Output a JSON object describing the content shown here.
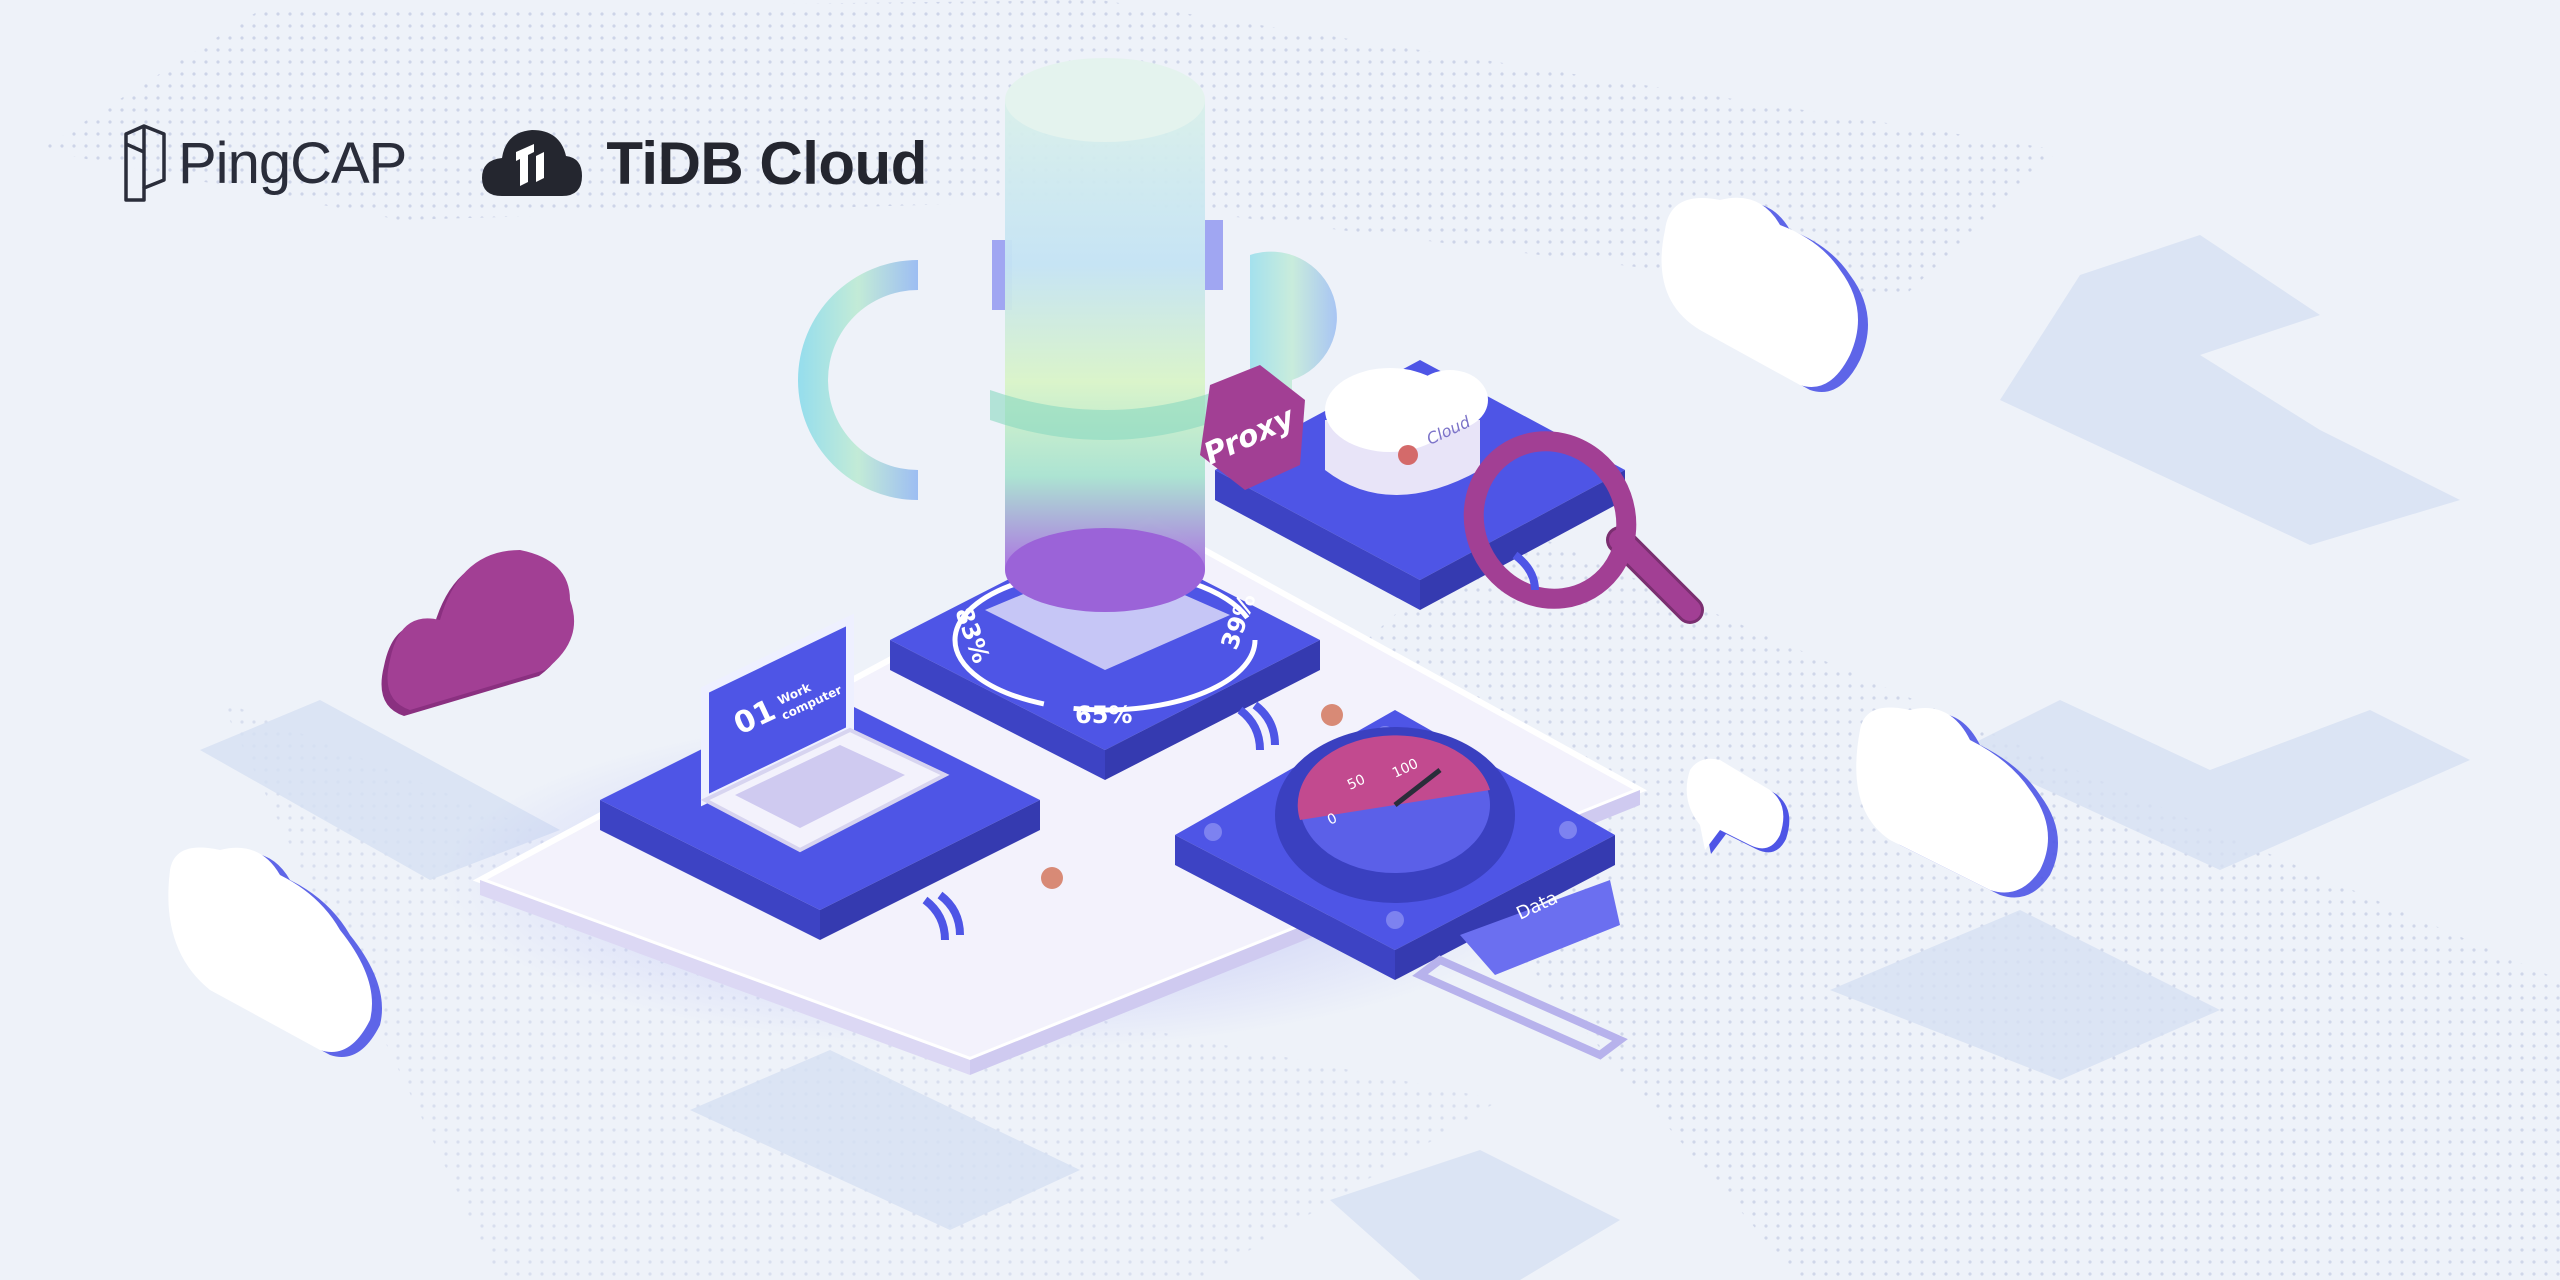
{
  "brand": {
    "company": "PingCAP",
    "product": "TiDB Cloud"
  },
  "illustration": {
    "proxy_label": "Proxy",
    "cloud_label": "Cloud",
    "laptop_number": "01",
    "laptop_text_line1": "Work",
    "laptop_text_line2": "computer",
    "ring_labels": [
      "83%",
      "39%",
      "65%"
    ],
    "gauge_ticks": [
      "0",
      "50",
      "100"
    ],
    "data_label": "Data",
    "colors": {
      "background": "#eef2f9",
      "platform_blue": "#4e55e6",
      "accent_magenta": "#a23f94",
      "cloud_white": "#ffffff"
    },
    "icons": [
      "cloud-icon",
      "magnifier-icon",
      "laptop-icon",
      "gauge-icon",
      "database-cylinder-icon",
      "chat-bubble-icon"
    ]
  }
}
